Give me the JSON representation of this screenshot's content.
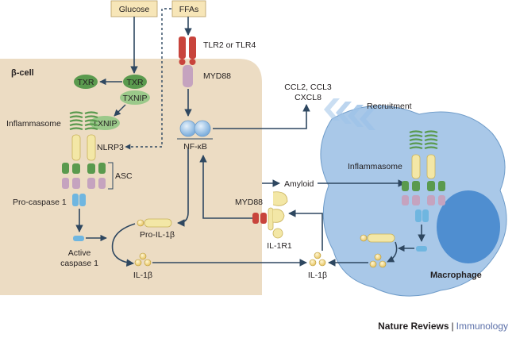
{
  "inputs": {
    "glucose": "Glucose",
    "ffas": "FFAs"
  },
  "receptors": {
    "tlr": "TLR2 or TLR4",
    "myd88_top": "MYD88",
    "myd88_il1r1": "MYD88"
  },
  "beta_cell": {
    "title": "β-cell",
    "txr_free": "TXR",
    "txr_bound": "TXR",
    "txnip_top": "TXNIP",
    "txnip_inflammasome": "TXNIP",
    "inflammasome": "Inflammasome",
    "nlrp3": "NLRP3",
    "asc": "ASC",
    "pro_caspase": "Pro-caspase 1",
    "active_caspase_line1": "Active",
    "active_caspase_line2": "caspase 1",
    "pro_il1b": "Pro-IL-1β",
    "il1b": "IL-1β",
    "nfkb": "NF-κB"
  },
  "extracellular": {
    "chemokines_line1": "CCL2, CCL3",
    "chemokines_line2": "CXCL8",
    "recruitment": "Recruitment",
    "amyloid": "Amyloid",
    "il1r1": "IL-1R1",
    "il1b": "IL-1β"
  },
  "macrophage": {
    "title": "Macrophage",
    "inflammasome": "Inflammasome"
  },
  "footer": {
    "brand": "Nature Reviews",
    "separator": "|",
    "journal": "Immunology"
  },
  "colors": {
    "cell_fill": "#ecdcc3",
    "macrophage_fill": "#a9c8e8",
    "nucleus_fill": "#4f8ed0",
    "label_box_fill": "#f7e6b8",
    "green": "#5a9a4e",
    "green_light": "#9bc98a",
    "red": "#c8443c",
    "mauve": "#c5a3bf",
    "yellow": "#f3e7a6",
    "arrow": "#2e4760",
    "chevron": "#9fc3e8"
  }
}
